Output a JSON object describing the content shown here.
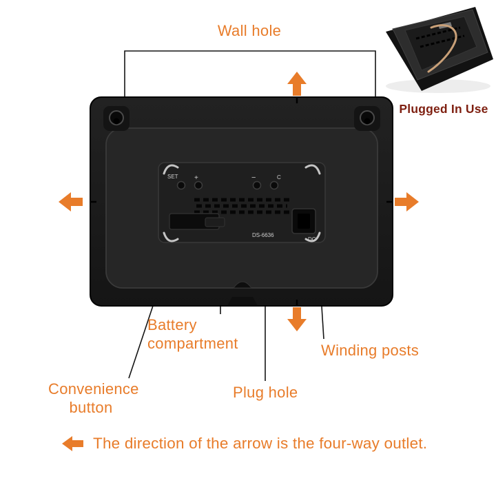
{
  "colors": {
    "accent_orange": "#E87C2A",
    "plugged_in_use_red": "#7E1F10",
    "annotation_line": "#141414",
    "device_body": "#1A1A1A",
    "background": "#FFFFFF"
  },
  "annotations": {
    "wall_hole": "Wall hole",
    "plugged_in_use": "Plugged In Use",
    "battery_line1": "Battery",
    "battery_line2": "compartment",
    "winding_posts": "Winding posts",
    "convenience_line1": "Convenience",
    "convenience_line2": "button",
    "plug_hole": "Plug hole"
  },
  "device_markings": {
    "set": "SET",
    "plus": "+",
    "minus": "−",
    "reset": "C",
    "model": "DS-6636",
    "dc": "DC"
  },
  "caption": {
    "text": "The direction of the arrow is the four-way outlet."
  }
}
